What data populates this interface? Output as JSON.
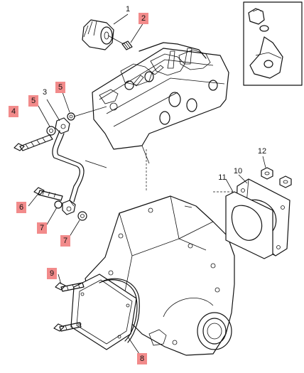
{
  "callouts": [
    {
      "id": "c1",
      "text": "1",
      "color": "none"
    },
    {
      "id": "c2",
      "text": "2",
      "color": "#f28b8b"
    },
    {
      "id": "c3",
      "text": "3",
      "color": "#f28b8b"
    },
    {
      "id": "c4",
      "text": "4",
      "color": "#f28b8b"
    },
    {
      "id": "c5a",
      "text": "5",
      "color": "#f28b8b"
    },
    {
      "id": "c5b",
      "text": "5",
      "color": "#f28b8b"
    },
    {
      "id": "c6",
      "text": "6",
      "color": "#f28b8b"
    },
    {
      "id": "c7a",
      "text": "7",
      "color": "#f28b8b"
    },
    {
      "id": "c7b",
      "text": "7",
      "color": "#f28b8b"
    },
    {
      "id": "c8",
      "text": "8",
      "color": "#f28b8b"
    },
    {
      "id": "c9",
      "text": "9",
      "color": "#f28b8b"
    },
    {
      "id": "c10",
      "text": "10",
      "color": "none"
    },
    {
      "id": "c11",
      "text": "11",
      "color": "none"
    },
    {
      "id": "c12",
      "text": "12",
      "color": "none"
    }
  ]
}
